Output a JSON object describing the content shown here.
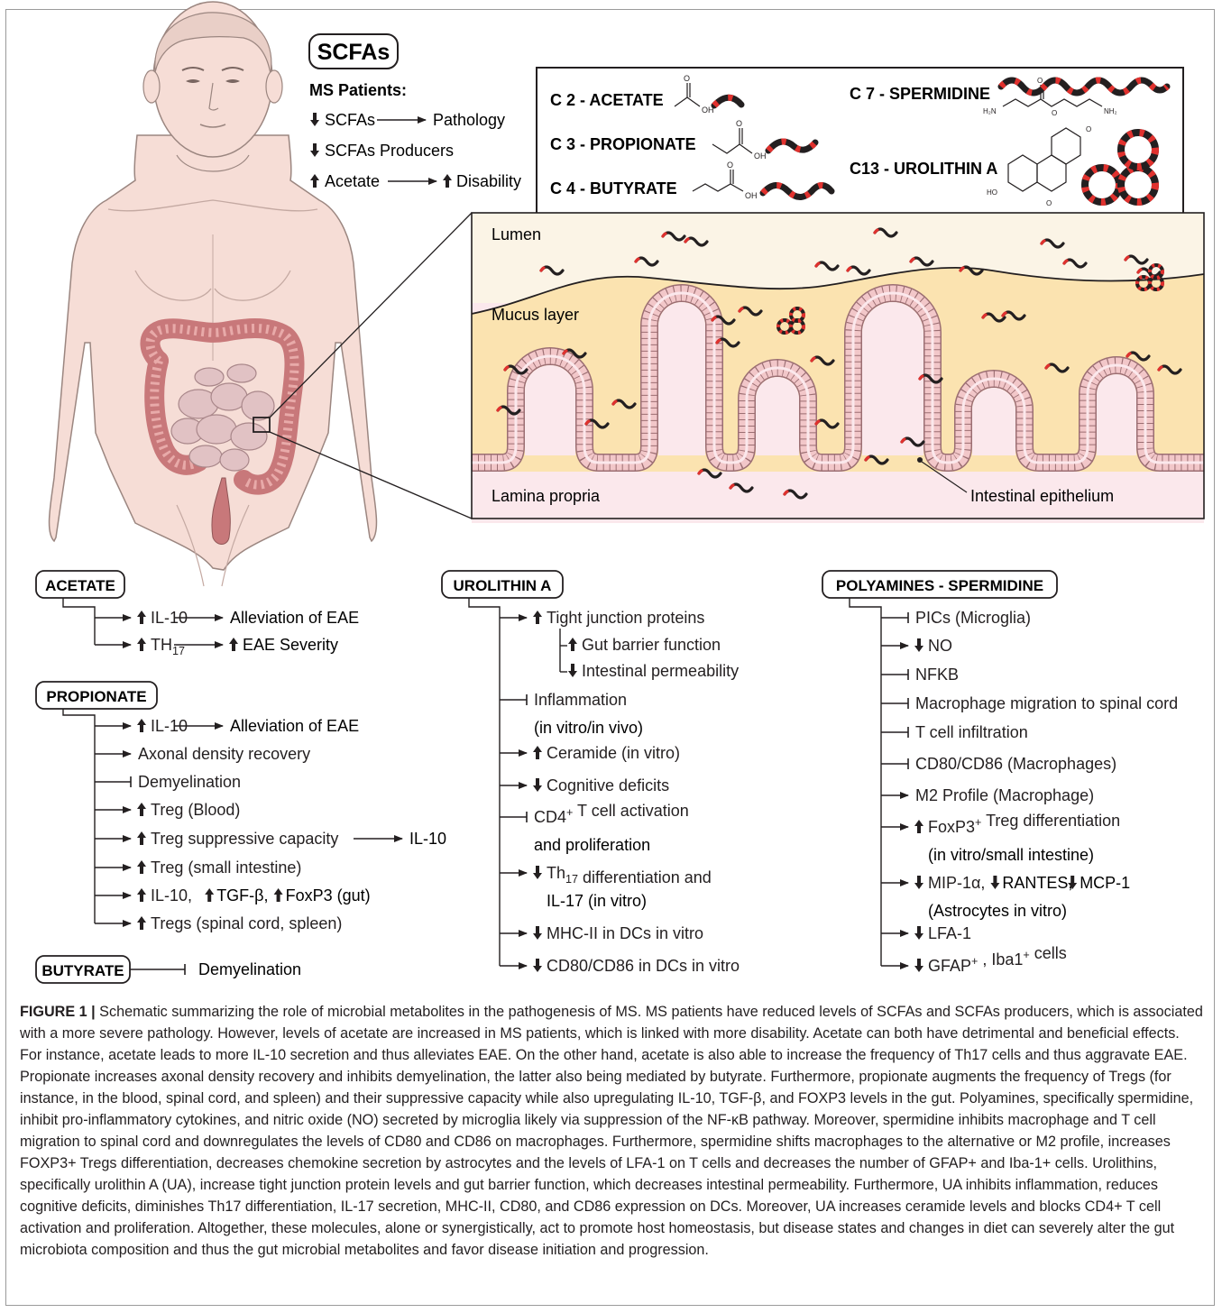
{
  "scfas": {
    "title": "SCFAs",
    "ms_patients_heading": "MS Patients:",
    "facts": [
      {
        "arrow": "down",
        "left": "SCFAs",
        "right": "Pathology",
        "right_arrow": ""
      },
      {
        "arrow": "down",
        "left": "SCFAs Producers",
        "right": "",
        "right_arrow": ""
      },
      {
        "arrow": "up",
        "left": "Acetate",
        "right": "Disability",
        "right_arrow": "up"
      }
    ]
  },
  "molecules": [
    {
      "label": "C 2 - ACETATE"
    },
    {
      "label": "C 3 - PROPIONATE"
    },
    {
      "label": "C 4 - BUTYRATE"
    },
    {
      "label": "C 7 - SPERMIDINE"
    },
    {
      "label": "C13 - UROLITHIN A"
    }
  ],
  "gut_labels": {
    "lumen": "Lumen",
    "mucus": "Mucus layer",
    "lamina": "Lamina propria",
    "epithelium": "Intestinal epithelium"
  },
  "acetate": {
    "title": "ACETATE",
    "items": [
      {
        "text": "IL-10",
        "arrow": "up",
        "result": "Alleviation of EAE",
        "result_arrow": ""
      },
      {
        "text": "TH",
        "sub": "17",
        "arrow": "up",
        "result": "EAE Severity",
        "result_arrow": "up"
      }
    ]
  },
  "propionate": {
    "title": "PROPIONATE",
    "items": [
      {
        "text": "IL-10",
        "arrow": "up",
        "type": "activate",
        "result": "Alleviation of EAE"
      },
      {
        "text": "Axonal density recovery",
        "arrow": "",
        "type": "activate"
      },
      {
        "text": "Demyelination",
        "arrow": "",
        "type": "inhibit"
      },
      {
        "text": "Treg (Blood)",
        "arrow": "up",
        "type": "activate"
      },
      {
        "text": "Treg suppressive capacity",
        "arrow": "up",
        "type": "activate",
        "result": "IL-10"
      },
      {
        "text": "Treg (small intestine)",
        "arrow": "up",
        "type": "activate"
      },
      {
        "text": "IL-10,",
        "arrow": "up",
        "type": "activate",
        "extra": [
          "TGF-β,",
          "FoxP3 (gut)"
        ]
      },
      {
        "text": "Tregs (spinal cord, spleen)",
        "arrow": "up",
        "type": "activate"
      }
    ]
  },
  "butyrate": {
    "title": "BUTYRATE",
    "items": [
      {
        "text": "Demyelination",
        "type": "inhibit"
      }
    ]
  },
  "urolithin": {
    "title": "UROLITHIN A",
    "items": [
      {
        "text": "Tight junction proteins",
        "arrow": "up",
        "type": "activate"
      },
      {
        "text": "Gut barrier function",
        "arrow": "up",
        "type": "sub"
      },
      {
        "text": "Intestinal permeability",
        "arrow": "down",
        "type": "sub"
      },
      {
        "text": "Inflammation",
        "line2": "(in vitro/in vivo)",
        "arrow": "",
        "type": "inhibit"
      },
      {
        "text": "Ceramide (in vitro)",
        "arrow": "up",
        "type": "activate"
      },
      {
        "text": "Cognitive deficits",
        "arrow": "down",
        "type": "activate"
      },
      {
        "text": "CD4",
        "sup": "+",
        "tail": " T cell activation",
        "line2": "and proliferation",
        "arrow": "",
        "type": "inhibit"
      },
      {
        "text": "Th",
        "sub": "17",
        "tail": " differentiation and",
        "line2": "IL-17 (in vitro)",
        "arrow": "down",
        "type": "activate"
      },
      {
        "text": "MHC-II in DCs in vitro",
        "arrow": "down",
        "type": "activate"
      },
      {
        "text": "CD80/CD86 in DCs in vitro",
        "arrow": "down",
        "type": "activate"
      }
    ]
  },
  "polyamines": {
    "title": "POLYAMINES - SPERMIDINE",
    "items": [
      {
        "text": "PICs (Microglia)",
        "arrow": "",
        "type": "inhibit"
      },
      {
        "text": "NO",
        "arrow": "down",
        "type": "activate"
      },
      {
        "text": "NFKB",
        "arrow": "",
        "type": "inhibit"
      },
      {
        "text": "Macrophage migration to spinal cord",
        "arrow": "",
        "type": "inhibit"
      },
      {
        "text": "T cell infiltration",
        "arrow": "",
        "type": "inhibit"
      },
      {
        "text": "CD80/CD86 (Macrophages)",
        "arrow": "",
        "type": "inhibit"
      },
      {
        "text": "M2 Profile (Macrophage)",
        "arrow": "",
        "type": "activate"
      },
      {
        "text": "FoxP3",
        "sup": "+",
        "tail": " Treg differentiation",
        "line2": "(in vitro/small intestine)",
        "arrow": "up",
        "type": "activate"
      },
      {
        "text": "MIP-1α,",
        "extra": [
          "RANTES,",
          "MCP-1"
        ],
        "line2": "(Astrocytes in vitro)",
        "arrow": "down",
        "type": "activate"
      },
      {
        "text": "LFA-1",
        "arrow": "down",
        "type": "activate"
      },
      {
        "text": "GFAP",
        "sup": "+",
        "tail": " , Iba1",
        "sup2": "+",
        "tail2": " cells",
        "arrow": "down",
        "type": "activate"
      }
    ]
  },
  "caption": {
    "lead": "FIGURE 1 |",
    "body": " Schematic summarizing the role of microbial metabolites in the pathogenesis of MS. MS patients have reduced levels of SCFAs and SCFAs producers, which is associated with a more severe pathology. However, levels of acetate are increased in MS patients, which is linked with more disability. Acetate can both have detrimental and beneficial effects. For instance, acetate leads to more IL-10 secretion and thus alleviates EAE. On the other hand, acetate is also able to increase the frequency of Th17 cells and thus aggravate EAE. Propionate increases axonal density recovery and inhibits demyelination, the latter also being mediated by butyrate. Furthermore, propionate augments the frequency of Tregs (for instance, in the blood, spinal cord, and spleen) and their suppressive capacity while also upregulating IL-10, TGF-β, and FOXP3 levels in the gut. Polyamines, specifically spermidine, inhibit pro-inflammatory cytokines, and nitric oxide (NO) secreted by microglia likely via suppression of the NF-κB pathway. Moreover, spermidine inhibits macrophage and T cell migration to spinal cord and downregulates the levels of CD80 and CD86 on macrophages. Furthermore, spermidine shifts macrophages to the alternative or M2 profile, increases FOXP3+ Tregs differentiation, decreases chemokine secretion by astrocytes and the levels of LFA-1 on T cells and decreases the number of GFAP+ and Iba-1+ cells. Urolithins, specifically urolithin A (UA), increase tight junction protein levels and gut barrier function, which decreases intestinal permeability. Furthermore, UA inhibits inflammation, reduces cognitive deficits, diminishes Th17 differentiation, IL-17 secretion, MHC-II, CD80, and CD86 expression on DCs. Moreover, UA increases ceramide levels and blocks CD4+ T cell activation and proliferation. Altogether, these molecules, alone or synergistically, act to promote host homeostasis, but disease states and changes in diet can severely alter the gut microbiota composition and thus the gut microbial metabolites and favor disease initiation and progression."
  },
  "colors": {
    "skin": "#f6ddd6",
    "skin_line": "#9b8680",
    "lumen": "#fbf4e6",
    "mucus": "#fbe3b0",
    "lamina": "#fbe8ec",
    "villus_cell": "#f2c7c9",
    "colon": "#c8787a",
    "microbe_red": "#e0312e",
    "black": "#231f20"
  }
}
